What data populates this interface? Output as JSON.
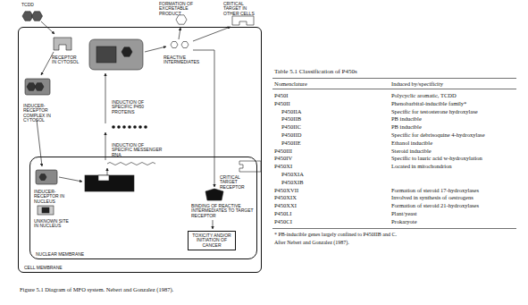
{
  "diagram": {
    "caption": "Figure 5.1 Diagram of MFO system. Nebert and Gonzalez (1987).",
    "nodes": [
      {
        "text": [
          "CELL MEMBRANE"
        ]
      },
      {
        "text": [
          "NUCLEAR MEMBRANE"
        ],
        "in": 0
      },
      {
        "text": [
          "TOXICITY AND/OR INITIATION OF CANCER"
        ],
        "in": 1
      }
    ],
    "labels": [
      "TCDD",
      "FORMATION OF EXCRETABLE PRODUCT",
      "CRITICAL TARGET IN OTHER CELLS",
      "RECEPTOR IN CYTOSOL",
      "REACTIVE INTERMEDIATES",
      "INDUCER-RECEPTOR COMPLEX IN CYTOSOL",
      "INDUCTION OF SPECIFIC P450 PROTEINS",
      "INDUCTION OF SPECIFIC MESSENGER RNA",
      "CRITICAL TARGET RECEPTOR",
      "INDUCER-RECEPTOR IN NUCLEUS",
      "UNKNOWN SITE IN NUCLEUS",
      "BINDING OF REACTIVE INTERMEDIATES TO TARGET RECEPTOR",
      "Table 5.1 Classification of P450s",
      "Nomenclature",
      "Induced by/specificity",
      "P450I",
      "Polycyclic aromatic, TCDD",
      "P450II",
      "Phenobarbital-inducible family*",
      "P450IIA",
      "Specific for testosterone hydroxylase",
      "P450IIB",
      "PB inducible",
      "P450IIC",
      "PB inducible",
      "P450IID",
      "Specific for debrisoquine 4-hydroxylase",
      "P450IIE",
      "Ethanol inducible",
      "P450III",
      "Steroid inducible",
      "P450IV",
      "Specific to lauric acid w-hydroxylation",
      "P450XI",
      "Located in mitochondrion",
      "P450XIA",
      "P450XIB",
      "P450XVII",
      "Formation of steroid 17-hydroxylases",
      "P450XIX",
      "Involved in synthesis of oestrogens",
      "P450XXI",
      "Formation of steroid 21-hydroxylases",
      "P450LI",
      "Plant/yeast",
      "P450CI",
      "Prokaryote",
      "* PB-inducible genes largely confined to P450IIB and C.",
      "After Nebert and Gonzalez (1987)."
    ]
  }
}
